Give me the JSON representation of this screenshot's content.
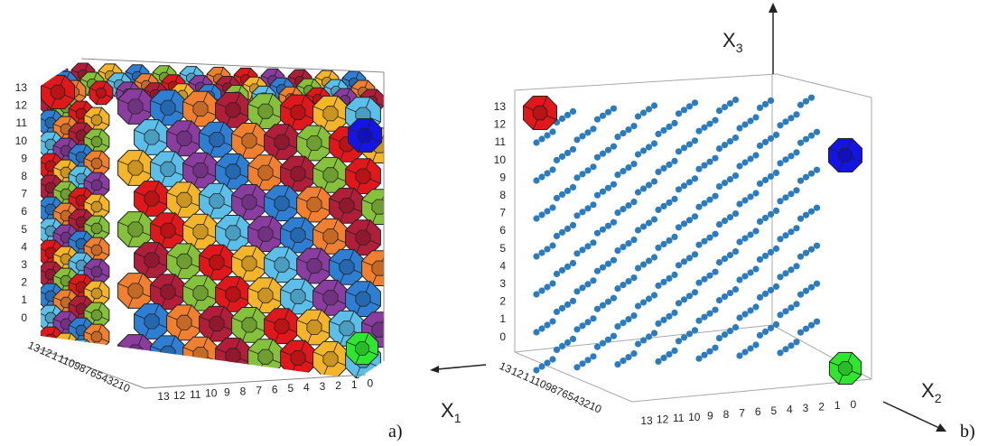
{
  "colors": {
    "red": "#e0181b",
    "orange": "#f08030",
    "yellow": "#f5b52a",
    "green": "#86c13c",
    "cyan": "#5bbfea",
    "blue": "#2e7fd4",
    "purple": "#8a3d9e",
    "crimson": "#b01e3a",
    "corner_blue": "#1414e6",
    "corner_green": "#2ee62e",
    "dot_blue": "#2b7bbf",
    "outline": "#222222",
    "frame": "#a8a8a8"
  },
  "panel_a": {
    "z_ticks": [
      "13",
      "12",
      "11",
      "10",
      "9",
      "8",
      "7",
      "6",
      "5",
      "4",
      "3",
      "2",
      "1",
      "0"
    ],
    "x_ticks": [
      "13",
      "12",
      "11",
      "10",
      "9",
      "8",
      "7",
      "6",
      "5",
      "4",
      "3",
      "2",
      "1",
      "0"
    ],
    "depth_ticks": "13 12 1 1109876543210",
    "label": "a)"
  },
  "panel_b": {
    "z_ticks": [
      "13",
      "12",
      "11",
      "10",
      "9",
      "8",
      "7",
      "6",
      "5",
      "4",
      "3",
      "2",
      "1",
      "0"
    ],
    "x_ticks": [
      "13",
      "12",
      "11",
      "10",
      "9",
      "8",
      "7",
      "6",
      "5",
      "4",
      "3",
      "2",
      "1",
      "0"
    ],
    "depth_ticks": "13 12 1 1109876543210",
    "label": "b)"
  },
  "axes": {
    "x1": {
      "base": "X",
      "sub": "1"
    },
    "x2": {
      "base": "X",
      "sub": "2"
    },
    "x3": {
      "base": "X",
      "sub": "3"
    }
  }
}
